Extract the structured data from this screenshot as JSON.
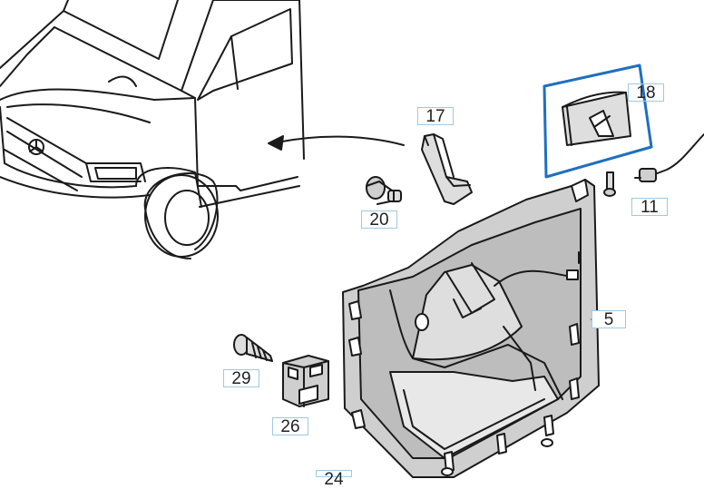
{
  "callouts": {
    "c17": "17",
    "c18": "18",
    "c20": "20",
    "c11": "11",
    "c5": "5",
    "c29": "29",
    "c26": "26",
    "c24": "24"
  },
  "colors": {
    "line": "#1a1a1a",
    "shade": "#cfcfcf",
    "shade_dark": "#a9a9a9",
    "highlight": "#1f6fc0",
    "callout_border": "#9fc8e6"
  }
}
